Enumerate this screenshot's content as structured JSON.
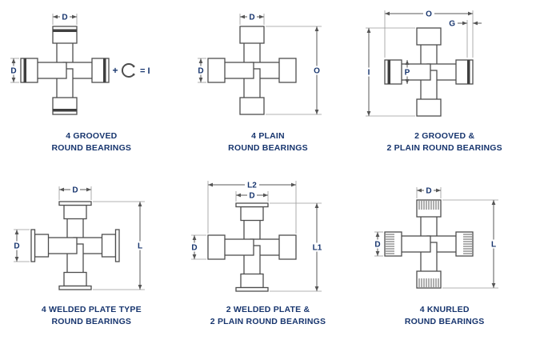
{
  "page": {
    "background": "#ffffff",
    "accent_color": "#17356e",
    "line_color": "#4d4d4d"
  },
  "diagrams": [
    {
      "name": "4-grooved-round-bearings",
      "caption": [
        "4 GROOVED",
        "ROUND BEARINGS"
      ],
      "icons": [
        "snap-ring-icon"
      ],
      "dims": {
        "top": "D",
        "left": "D",
        "plus": "+",
        "equals": "= I"
      }
    },
    {
      "name": "4-plain-round-bearings",
      "caption": [
        "4 PLAIN",
        "ROUND BEARINGS"
      ],
      "dims": {
        "top": "D",
        "left": "D",
        "right": "O"
      }
    },
    {
      "name": "2-grooved-2-plain-round-bearings",
      "caption": [
        "2 GROOVED &",
        "2 PLAIN ROUND BEARINGS"
      ],
      "dims": {
        "top": "O",
        "g": "G",
        "left": "I",
        "inner": "P"
      }
    },
    {
      "name": "4-welded-plate-round-bearings",
      "caption": [
        "4 WELDED PLATE TYPE",
        "ROUND BEARINGS"
      ],
      "dims": {
        "top": "D",
        "left": "D",
        "right": "L"
      }
    },
    {
      "name": "2-welded-plate-2-plain-round-bearings",
      "caption": [
        "2 WELDED PLATE &",
        "2 PLAIN ROUND BEARINGS"
      ],
      "dims": {
        "top": "L2",
        "top_inner": "D",
        "left": "D",
        "right": "L1"
      }
    },
    {
      "name": "4-knurled-round-bearings",
      "caption": [
        "4 KNURLED",
        "ROUND BEARINGS"
      ],
      "dims": {
        "top": "D",
        "left": "D",
        "right": "L"
      }
    }
  ]
}
